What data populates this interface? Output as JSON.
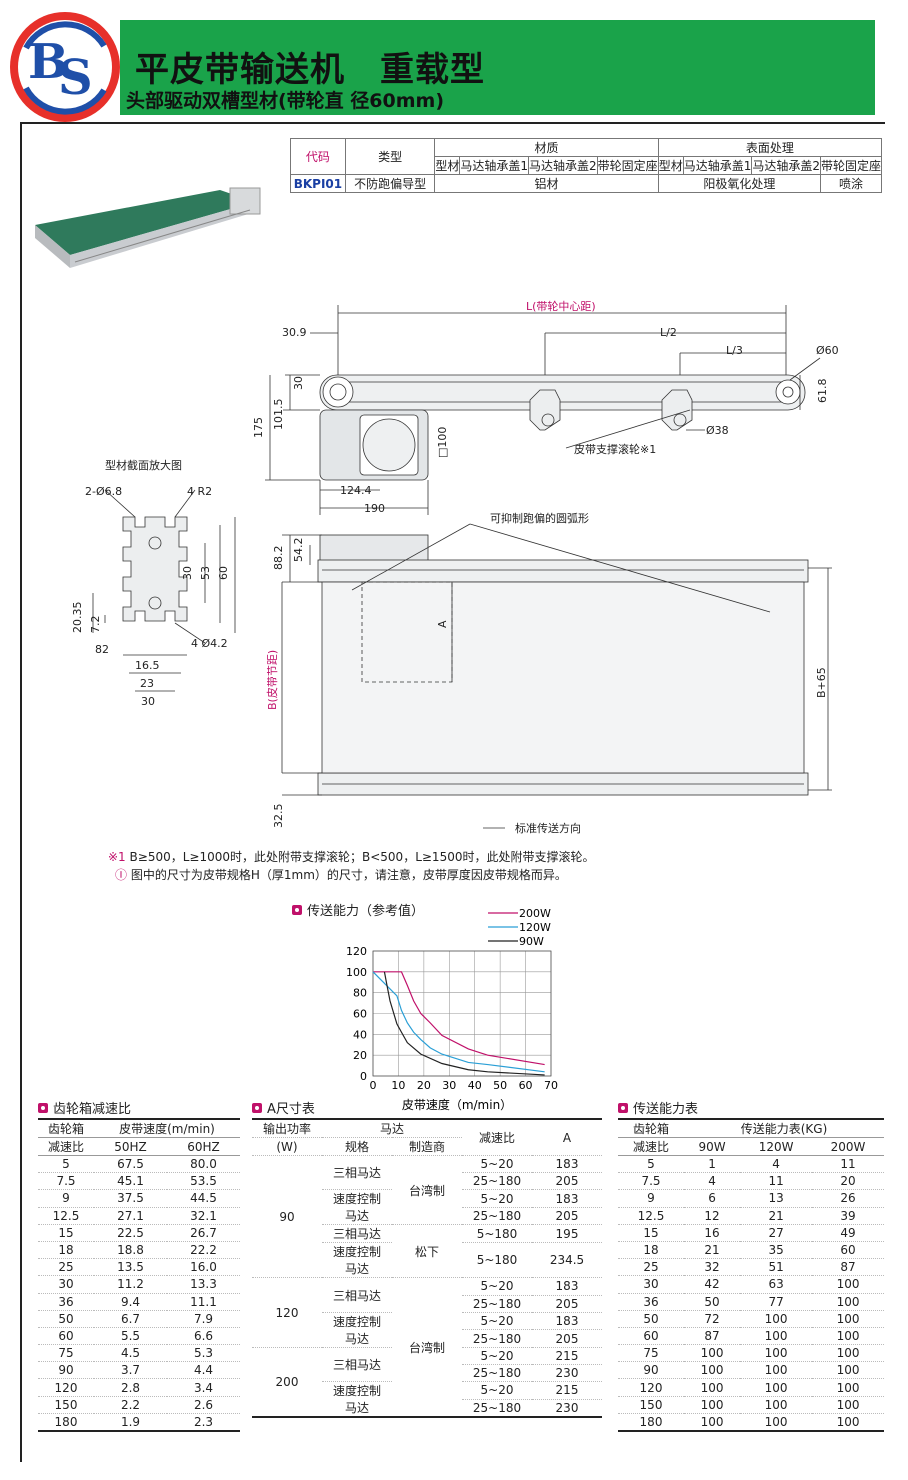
{
  "header": {
    "title": "平皮带输送机　重载型",
    "subtitle": "头部驱动双槽型材(带轮直 径60mm)"
  },
  "spec_table": {
    "h_code": "代码",
    "h_type": "类型",
    "h_material": "材质",
    "h_surface": "表面处理",
    "sub": [
      "型材",
      "马达轴承盖1",
      "马达轴承盖2",
      "带轮固定座",
      "型材",
      "马达轴承盖1",
      "马达轴承盖2",
      "带轮固定座"
    ],
    "row": {
      "code": "BKPI01",
      "type": "不防跑偏导型",
      "material": "铝材",
      "surface": "阳极氧化处理",
      "paint": "喷涂"
    }
  },
  "drawing": {
    "L_label": "L(带轮中心距)",
    "L2": "L/2",
    "L3": "L/3",
    "d309": "30.9",
    "d30": "30",
    "d1015": "101.5",
    "d175": "175",
    "d60": "Ø60",
    "d618": "61.8",
    "d38": "Ø38",
    "sq100": "□100",
    "d1244": "124.4",
    "d190": "190",
    "roller": "皮带支撑滚轮※1",
    "arc": "可抑制跑偏的圆弧形",
    "d882": "88.2",
    "d542": "54.2",
    "A": "A",
    "B": "B(皮带节距)",
    "B65": "B+65",
    "d325": "32.5",
    "dir": "标准传送方向"
  },
  "profile": {
    "title": "型材截面放大图",
    "d68": "2-Ø6.8",
    "r2": "4 R2",
    "d42": "4 Ø4.2",
    "d2035": "20.35",
    "d72": "7.2",
    "d82": "82",
    "d165": "16.5",
    "d23": "23",
    "d30a": "30",
    "v30": "30",
    "v53": "53",
    "v60": "60"
  },
  "notes": {
    "n1_mark": "※1",
    "n1": "B≥500，L≥1000时，此处附带支撑滚轮；B<500，L≥1500时，此处附带支撑滚轮。",
    "n2": "图中的尺寸为皮带规格H（厚1mm）的尺寸，请注意，皮带厚度因皮带规格而异。"
  },
  "chart_title": "传送能力（参考值）",
  "chart_data": {
    "type": "line",
    "xlabel": "皮带速度（m/min）",
    "ylabel": "",
    "xlim": [
      0,
      70
    ],
    "ylim": [
      0,
      120
    ],
    "xticks": [
      0,
      10,
      20,
      30,
      40,
      50,
      60,
      70
    ],
    "yticks": [
      0,
      20,
      40,
      60,
      80,
      100,
      120
    ],
    "legend": "top-right",
    "series": [
      {
        "name": "200W",
        "color": "#c0116a",
        "x": [
          0,
          11.2,
          13.5,
          16,
          18.8,
          22.5,
          27.1,
          37.5,
          45.1,
          67.5
        ],
        "y": [
          100,
          100,
          87,
          72,
          60,
          51,
          39,
          26,
          20,
          11
        ]
      },
      {
        "name": "120W",
        "color": "#2a9fd6",
        "x": [
          0,
          9.4,
          11.2,
          13.5,
          16,
          18.8,
          22.5,
          27.1,
          37.5,
          45.1,
          67.5
        ],
        "y": [
          100,
          77,
          63,
          51,
          42,
          35,
          27,
          21,
          13,
          11,
          4
        ]
      },
      {
        "name": "90W",
        "color": "#222222",
        "x": [
          4.5,
          5.5,
          6.7,
          9.4,
          11.2,
          13.5,
          18.8,
          27.1,
          37.5,
          45.1,
          67.5
        ],
        "y": [
          100,
          87,
          72,
          50,
          42,
          32,
          21,
          12,
          6,
          4,
          1
        ]
      }
    ]
  },
  "gear_table": {
    "title": "齿轮箱减速比",
    "h1": "齿轮箱",
    "h1b": "减速比",
    "h2": "皮带速度(m/min)",
    "h50": "50HZ",
    "h60": "60HZ",
    "rows": [
      [
        "5",
        "67.5",
        "80.0"
      ],
      [
        "7.5",
        "45.1",
        "53.5"
      ],
      [
        "9",
        "37.5",
        "44.5"
      ],
      [
        "12.5",
        "27.1",
        "32.1"
      ],
      [
        "15",
        "22.5",
        "26.7"
      ],
      [
        "18",
        "18.8",
        "22.2"
      ],
      [
        "25",
        "13.5",
        "16.0"
      ],
      [
        "30",
        "11.2",
        "13.3"
      ],
      [
        "36",
        "9.4",
        "11.1"
      ],
      [
        "50",
        "6.7",
        "7.9"
      ],
      [
        "60",
        "5.5",
        "6.6"
      ],
      [
        "75",
        "4.5",
        "5.3"
      ],
      [
        "90",
        "3.7",
        "4.4"
      ],
      [
        "120",
        "2.8",
        "3.4"
      ],
      [
        "150",
        "2.2",
        "2.6"
      ],
      [
        "180",
        "1.9",
        "2.3"
      ]
    ]
  },
  "a_table": {
    "title": "A尺寸表",
    "h_power": "输出功率",
    "h_w": "(W)",
    "h_motor": "马达",
    "h_spec": "规格",
    "h_maker": "制造商",
    "h_ratio": "减速比",
    "h_a": "A",
    "p90": "90",
    "p120": "120",
    "p200": "200",
    "three": "三相马达",
    "speed1": "速度控制",
    "speed2": "马达",
    "taiwan": "台湾制",
    "matsushita": "松下",
    "r520": "5~20",
    "r25180": "25~180",
    "r5180": "5~180",
    "a183": "183",
    "a205": "205",
    "a195": "195",
    "a2345": "234.5",
    "a215": "215",
    "a230": "230"
  },
  "cap_table": {
    "title": "传送能力表",
    "h1": "齿轮箱",
    "h1b": "减速比",
    "h2": "传送能力表(KG)",
    "h90": "90W",
    "h120": "120W",
    "h200": "200W",
    "rows": [
      [
        "5",
        "1",
        "4",
        "11"
      ],
      [
        "7.5",
        "4",
        "11",
        "20"
      ],
      [
        "9",
        "6",
        "13",
        "26"
      ],
      [
        "12.5",
        "12",
        "21",
        "39"
      ],
      [
        "15",
        "16",
        "27",
        "49"
      ],
      [
        "18",
        "21",
        "35",
        "60"
      ],
      [
        "25",
        "32",
        "51",
        "87"
      ],
      [
        "30",
        "42",
        "63",
        "100"
      ],
      [
        "36",
        "50",
        "77",
        "100"
      ],
      [
        "50",
        "72",
        "100",
        "100"
      ],
      [
        "60",
        "87",
        "100",
        "100"
      ],
      [
        "75",
        "100",
        "100",
        "100"
      ],
      [
        "90",
        "100",
        "100",
        "100"
      ],
      [
        "120",
        "100",
        "100",
        "100"
      ],
      [
        "150",
        "100",
        "100",
        "100"
      ],
      [
        "180",
        "100",
        "100",
        "100"
      ]
    ]
  }
}
